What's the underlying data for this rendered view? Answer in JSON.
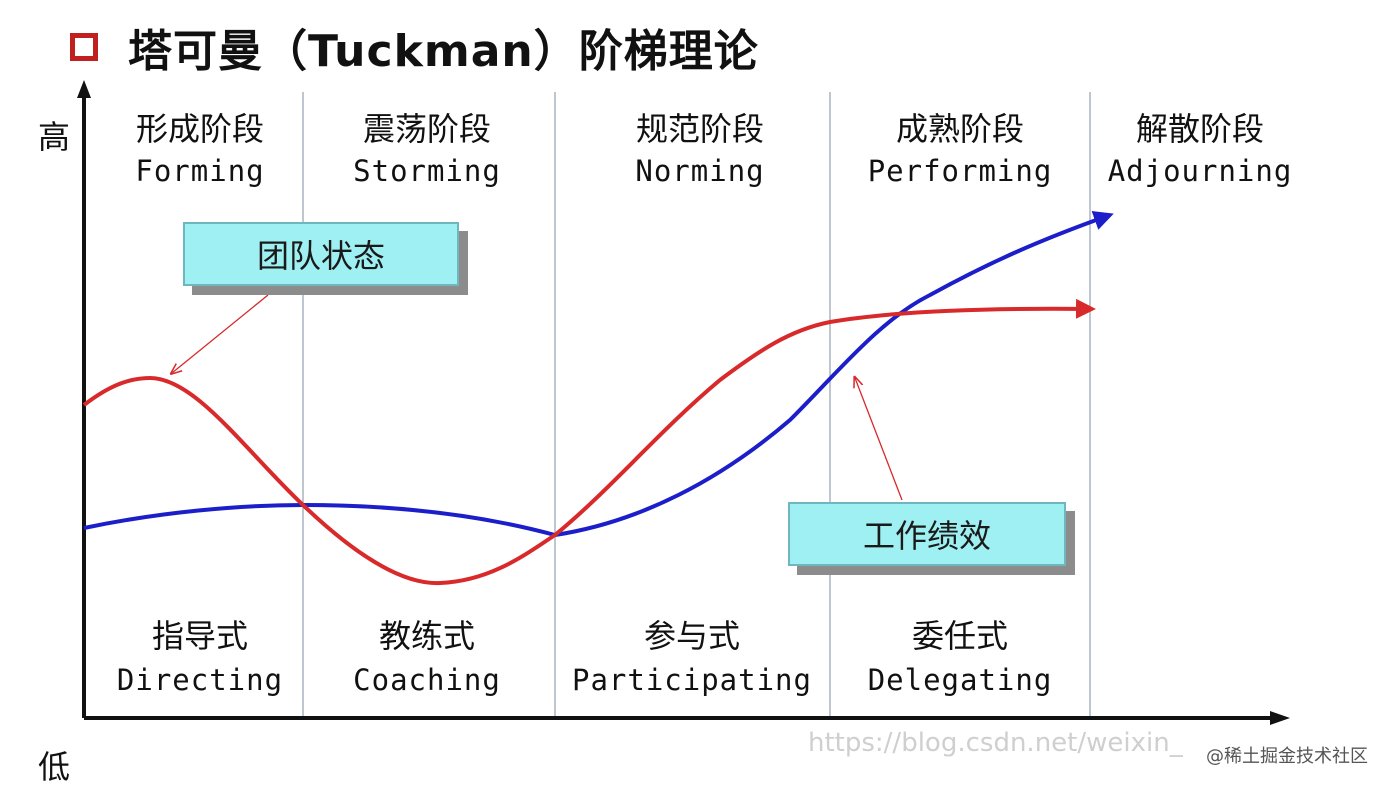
{
  "title": "塔可曼（Tuckman）阶梯理论",
  "axis": {
    "high_label": "高",
    "low_label": "低"
  },
  "stages": [
    {
      "cn": "形成阶段",
      "en": "Forming"
    },
    {
      "cn": "震荡阶段",
      "en": "Storming"
    },
    {
      "cn": "规范阶段",
      "en": "Norming"
    },
    {
      "cn": "成熟阶段",
      "en": "Performing"
    },
    {
      "cn": "解散阶段",
      "en": "Adjourning"
    }
  ],
  "styles": [
    {
      "cn": "指导式",
      "en": "Directing"
    },
    {
      "cn": "教练式",
      "en": "Coaching"
    },
    {
      "cn": "参与式",
      "en": "Participating"
    },
    {
      "cn": "委任式",
      "en": "Delegating"
    }
  ],
  "callouts": {
    "team_state": "团队状态",
    "work_performance": "工作绩效"
  },
  "colors": {
    "team_state_line": "#d8292b",
    "work_performance_line": "#1c1fc9",
    "callout_fill": "#9ff0f2",
    "title_mark": "#c0201e"
  },
  "watermark": {
    "url": "https://blog.csdn.net/weixin_",
    "badge": "@稀土掘金技术社区"
  }
}
